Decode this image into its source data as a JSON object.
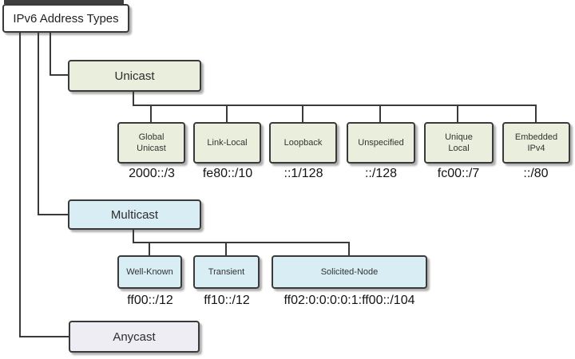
{
  "diagram": {
    "title": "IPv6 Address Types",
    "branches": {
      "unicast": {
        "label": "Unicast",
        "children": [
          {
            "label": "Global\nUnicast",
            "prefix": "2000::/3"
          },
          {
            "label": "Link-Local",
            "prefix": "fe80::/10"
          },
          {
            "label": "Loopback",
            "prefix": "::1/128"
          },
          {
            "label": "Unspecified",
            "prefix": "::/128"
          },
          {
            "label": "Unique\nLocal",
            "prefix": "fc00::/7"
          },
          {
            "label": "Embedded\nIPv4",
            "prefix": "::/80"
          }
        ]
      },
      "multicast": {
        "label": "Multicast",
        "children": [
          {
            "label": "Well-Known",
            "prefix": "ff00::/12"
          },
          {
            "label": "Transient",
            "prefix": "ff10::/12"
          },
          {
            "label": "Solicited-Node",
            "prefix": "ff02:0:0:0:0:1:ff00::/104"
          }
        ]
      },
      "anycast": {
        "label": "Anycast"
      }
    },
    "colors": {
      "root_fill": "#ffffff",
      "unicast_fill": "#e9efdc",
      "multicast_fill": "#d9edf5",
      "anycast_fill": "#ededf3",
      "border": "#3a3a3a",
      "line": "#3a3a3a",
      "shadow": "#b0b0b0"
    }
  }
}
